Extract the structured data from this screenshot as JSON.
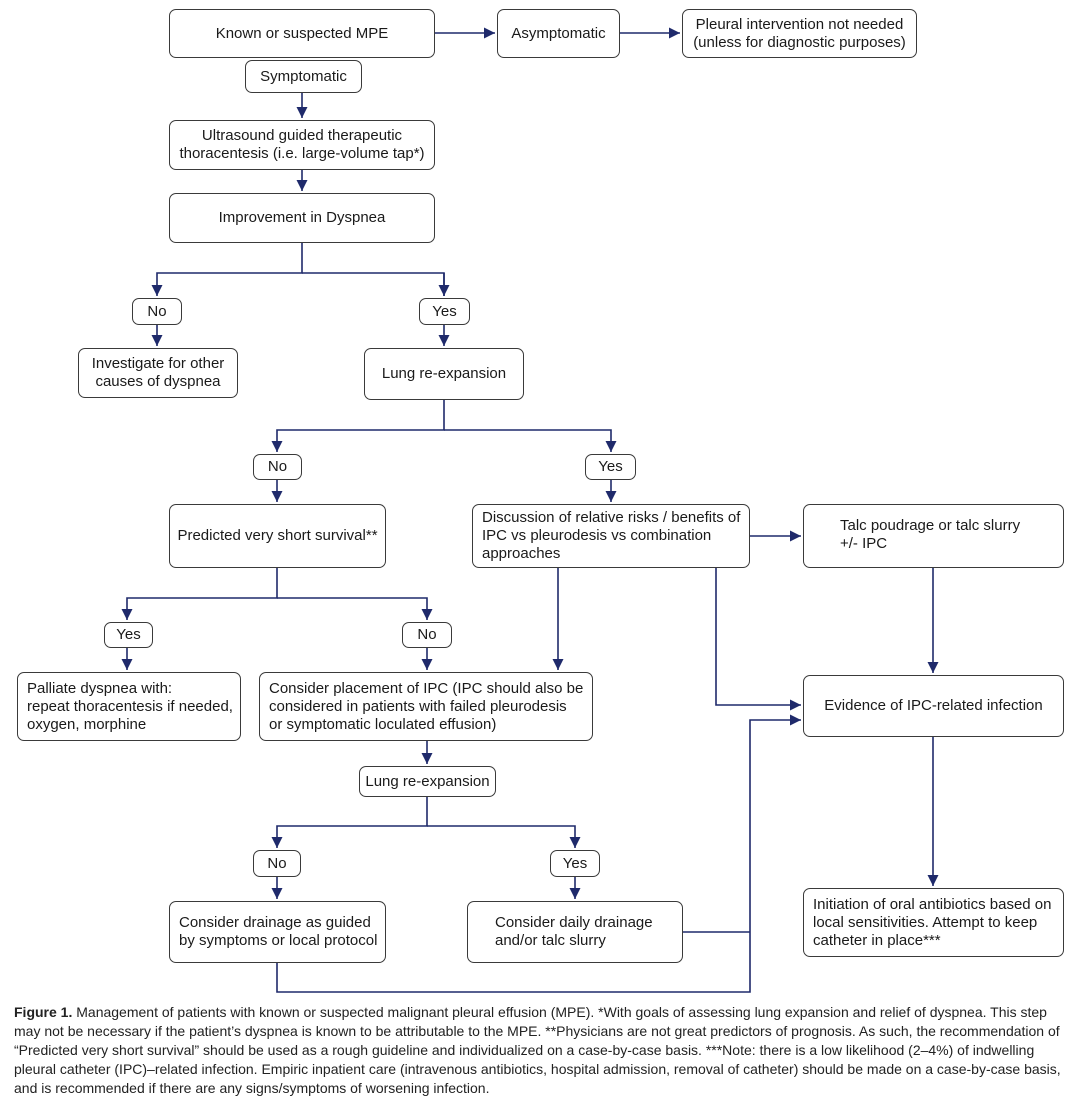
{
  "nodes": {
    "known_mpe": "Known or suspected MPE",
    "asymptomatic": "Asymptomatic",
    "pleural_not_needed": "Pleural intervention not needed\n(unless for diagnostic purposes)",
    "symptomatic": "Symptomatic",
    "ultrasound": "Ultrasound guided therapeutic\nthoracentesis (i.e. large-volume tap*)",
    "improvement": "Improvement in Dyspnea",
    "no_1": "No",
    "yes_1": "Yes",
    "investigate": "Investigate for other\ncauses of dyspnea",
    "lung_reexp_1": "Lung re-expansion",
    "no_2": "No",
    "yes_2": "Yes",
    "predicted_survival": "Predicted very short survival**",
    "discussion": "Discussion of relative risks / benefits of\nIPC vs pleurodesis vs combination\napproaches",
    "talc_poudrage": "Talc poudrage or talc slurry\n+/- IPC",
    "yes_3": "Yes",
    "no_3": "No",
    "palliate": "Palliate dyspnea with:\nrepeat thoracentesis if needed,\noxygen, morphine",
    "consider_ipc": "Consider placement of IPC (IPC should also be\nconsidered in patients with failed pleurodesis\nor symptomatic loculated effusion)",
    "evidence_infection": "Evidence of IPC-related infection",
    "lung_reexp_2": "Lung re-expansion",
    "no_4": "No",
    "yes_4": "Yes",
    "consider_drainage": "Consider drainage as guided\nby symptoms or local protocol",
    "daily_drainage": "Consider daily drainage\nand/or talc slurry",
    "antibiotics": "Initiation of oral antibiotics based on\nlocal sensitivities. Attempt to keep\ncatheter in place***"
  },
  "caption": {
    "figure_label": "Figure 1.",
    "text": "Management of patients with known or suspected malignant pleural effusion (MPE). *With goals of assessing lung expansion and relief of dyspnea. This step may not be necessary if the patient’s dyspnea is known to be attributable to the MPE. **Physicians are not great predictors of prognosis. As such, the recommendation of “Predicted very short survival” should be used as a rough guideline and individualized on a case-by-case basis. ***Note: there is a low likelihood (2–4%) of indwelling pleural catheter (IPC)–related infection. Empiric inpatient care (intravenous antibiotics, hospital admission, removal of catheter) should be made on a case-by-case basis, and is recommended if there are any signs/symptoms of worsening infection."
  },
  "colors": {
    "arrow": "#1f2a6b",
    "border": "#3a3a3a"
  }
}
